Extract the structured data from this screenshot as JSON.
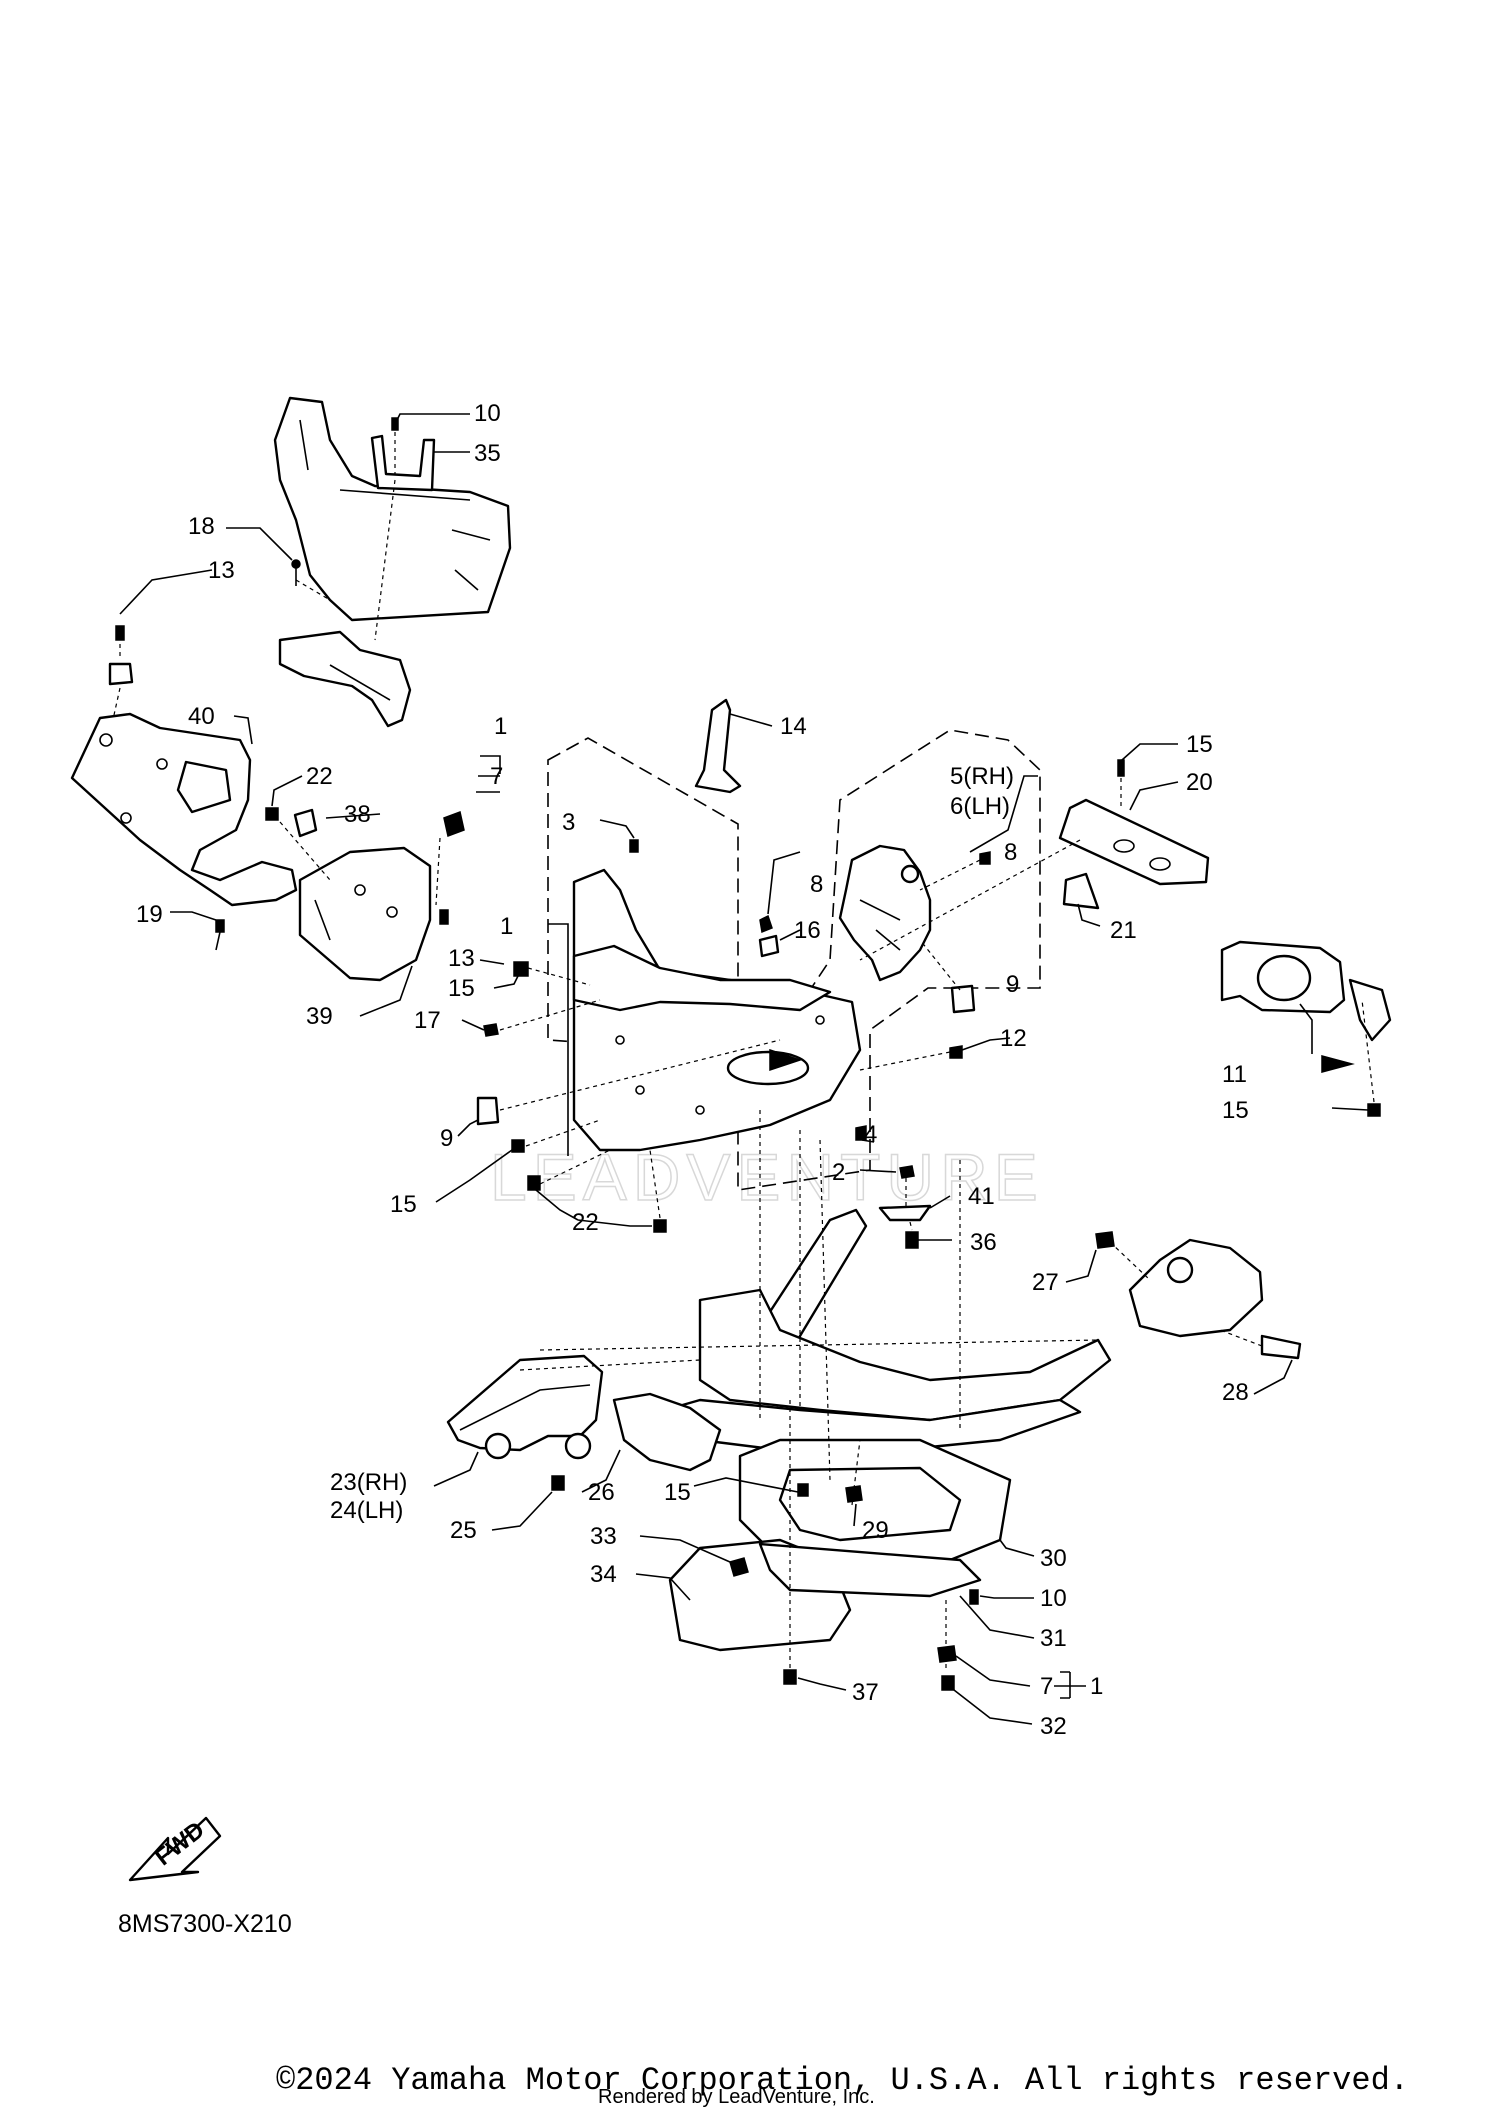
{
  "diagram": {
    "code": "8MS7300-X210",
    "fwd_label": "FWD",
    "watermark": "LEADVENTURE",
    "callouts": [
      {
        "id": "c10a",
        "text": "10"
      },
      {
        "id": "c35",
        "text": "35"
      },
      {
        "id": "c18",
        "text": "18"
      },
      {
        "id": "c13a",
        "text": "13"
      },
      {
        "id": "c40",
        "text": "40"
      },
      {
        "id": "c14",
        "text": "14"
      },
      {
        "id": "c15a",
        "text": "15"
      },
      {
        "id": "c20",
        "text": "20"
      },
      {
        "id": "c1a",
        "text": "1"
      },
      {
        "id": "c7a",
        "text": "7"
      },
      {
        "id": "c5",
        "text": "5(RH)"
      },
      {
        "id": "c6",
        "text": "6(LH)"
      },
      {
        "id": "c22a",
        "text": "22"
      },
      {
        "id": "c38",
        "text": "38"
      },
      {
        "id": "c3",
        "text": "3"
      },
      {
        "id": "c8a",
        "text": "8"
      },
      {
        "id": "c8b",
        "text": "8"
      },
      {
        "id": "c16",
        "text": "16"
      },
      {
        "id": "c21",
        "text": "21"
      },
      {
        "id": "c19",
        "text": "19"
      },
      {
        "id": "c1b",
        "text": "1"
      },
      {
        "id": "c13b",
        "text": "13"
      },
      {
        "id": "c15b",
        "text": "15"
      },
      {
        "id": "c9a",
        "text": "9"
      },
      {
        "id": "c39",
        "text": "39"
      },
      {
        "id": "c17",
        "text": "17"
      },
      {
        "id": "c12",
        "text": "12"
      },
      {
        "id": "c11",
        "text": "11"
      },
      {
        "id": "c15c",
        "text": "15"
      },
      {
        "id": "c9b",
        "text": "9"
      },
      {
        "id": "c4",
        "text": "4"
      },
      {
        "id": "c15d",
        "text": "15"
      },
      {
        "id": "c2",
        "text": "2"
      },
      {
        "id": "c41",
        "text": "41"
      },
      {
        "id": "c22b",
        "text": "22"
      },
      {
        "id": "c36",
        "text": "36"
      },
      {
        "id": "c27",
        "text": "27"
      },
      {
        "id": "c28",
        "text": "28"
      },
      {
        "id": "c23",
        "text": "23(RH)"
      },
      {
        "id": "c24",
        "text": "24(LH)"
      },
      {
        "id": "c26",
        "text": "26"
      },
      {
        "id": "c15e",
        "text": "15"
      },
      {
        "id": "c29",
        "text": "29"
      },
      {
        "id": "c25",
        "text": "25"
      },
      {
        "id": "c33",
        "text": "33"
      },
      {
        "id": "c30",
        "text": "30"
      },
      {
        "id": "c34",
        "text": "34"
      },
      {
        "id": "c10b",
        "text": "10"
      },
      {
        "id": "c31",
        "text": "31"
      },
      {
        "id": "c7b",
        "text": "7"
      },
      {
        "id": "c1c",
        "text": "1"
      },
      {
        "id": "c37",
        "text": "37"
      },
      {
        "id": "c32",
        "text": "32"
      }
    ]
  },
  "footer": {
    "copyright": "©2024 Yamaha Motor Corporation, U.S.A. All rights reserved.",
    "rendered_by": "Rendered by LeadVenture, Inc."
  }
}
